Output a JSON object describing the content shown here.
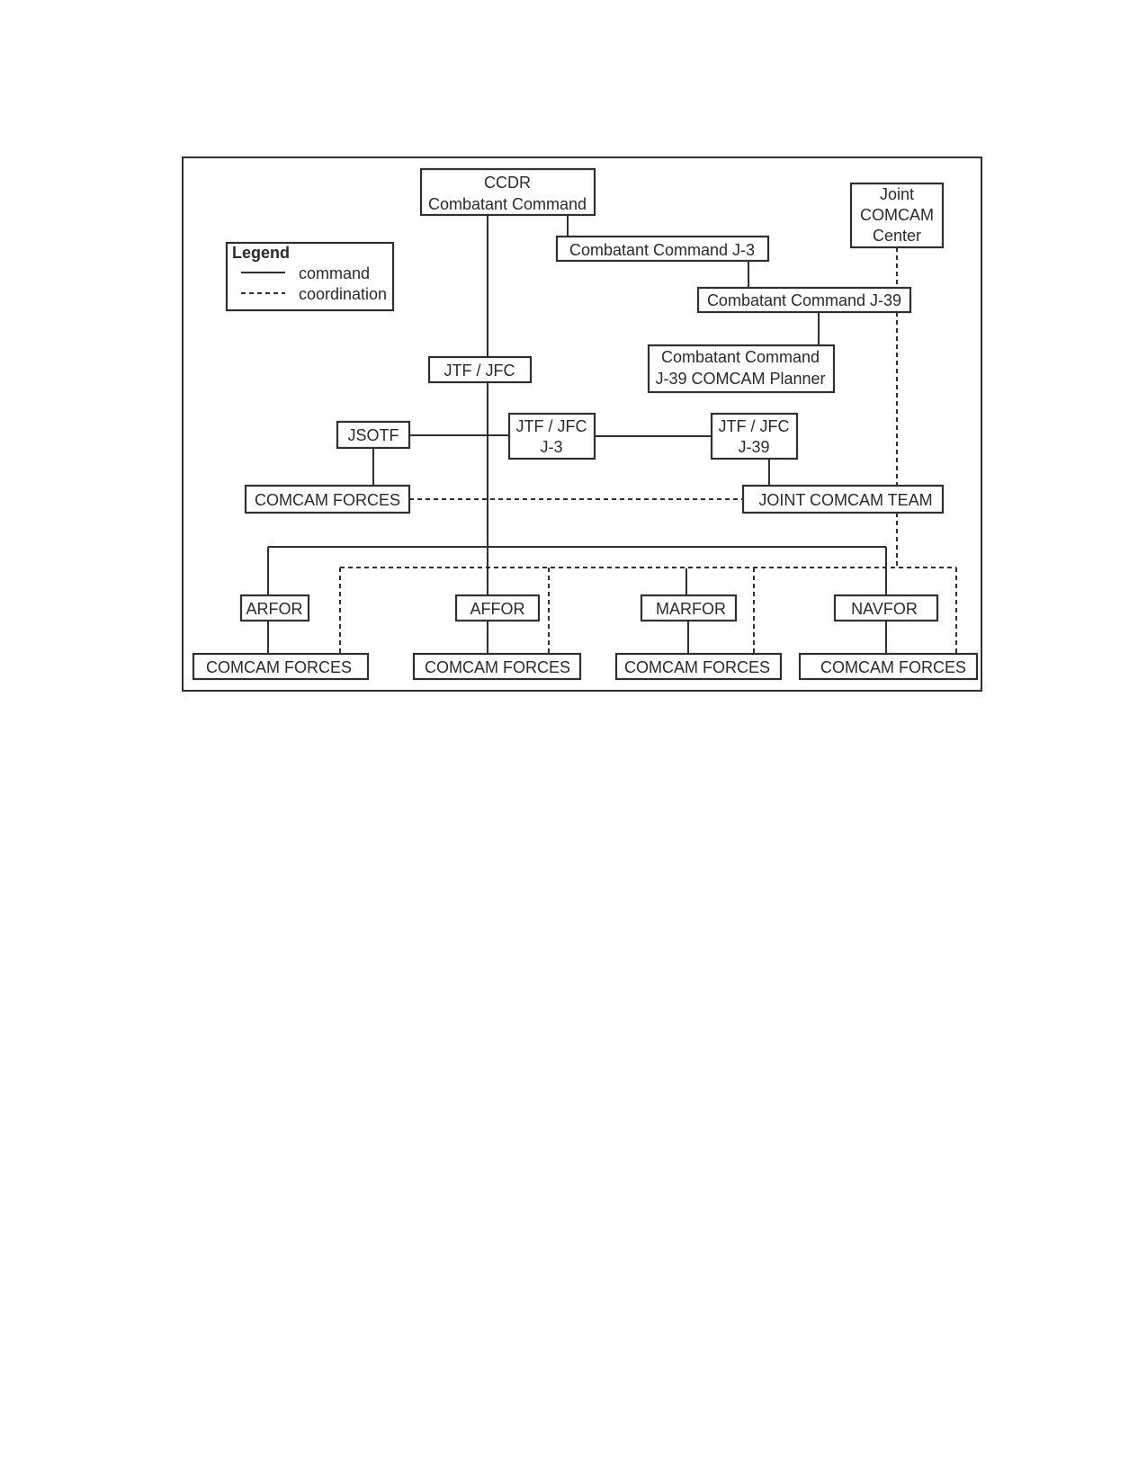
{
  "legend": {
    "title": "Legend",
    "items": [
      {
        "style": "solid",
        "label": "command"
      },
      {
        "style": "dashed",
        "label": "coordination"
      }
    ]
  },
  "nodes": {
    "ccdr": [
      "CCDR",
      "Combatant Command"
    ],
    "cc_j3": [
      "Combatant Command J-3"
    ],
    "joint_comcam_center": [
      "Joint",
      "COMCAM",
      "Center"
    ],
    "cc_j39": [
      "Combatant Command J-39"
    ],
    "cc_j39_planner": [
      "Combatant Command",
      "J-39 COMCAM Planner"
    ],
    "jtf_jfc": [
      "JTF / JFC"
    ],
    "jsotf": [
      "JSOTF"
    ],
    "jtf_jfc_j3": [
      "JTF / JFC",
      "J-3"
    ],
    "jtf_jfc_j39": [
      "JTF / JFC",
      "J-39"
    ],
    "comcam_forces_jsotf": [
      "COMCAM FORCES"
    ],
    "joint_comcam_team": [
      "JOINT COMCAM TEAM"
    ],
    "arfor": [
      "ARFOR"
    ],
    "affor": [
      "AFFOR"
    ],
    "marfor": [
      "MARFOR"
    ],
    "navfor": [
      "NAVFOR"
    ],
    "comcam_forces_arfor": [
      "COMCAM FORCES"
    ],
    "comcam_forces_affor": [
      "COMCAM FORCES"
    ],
    "comcam_forces_marfor": [
      "COMCAM FORCES"
    ],
    "comcam_forces_navfor": [
      "COMCAM FORCES"
    ]
  },
  "colors": {
    "line": "#2f2f2f",
    "text": "#2a2a2a",
    "background": "#ffffff"
  }
}
